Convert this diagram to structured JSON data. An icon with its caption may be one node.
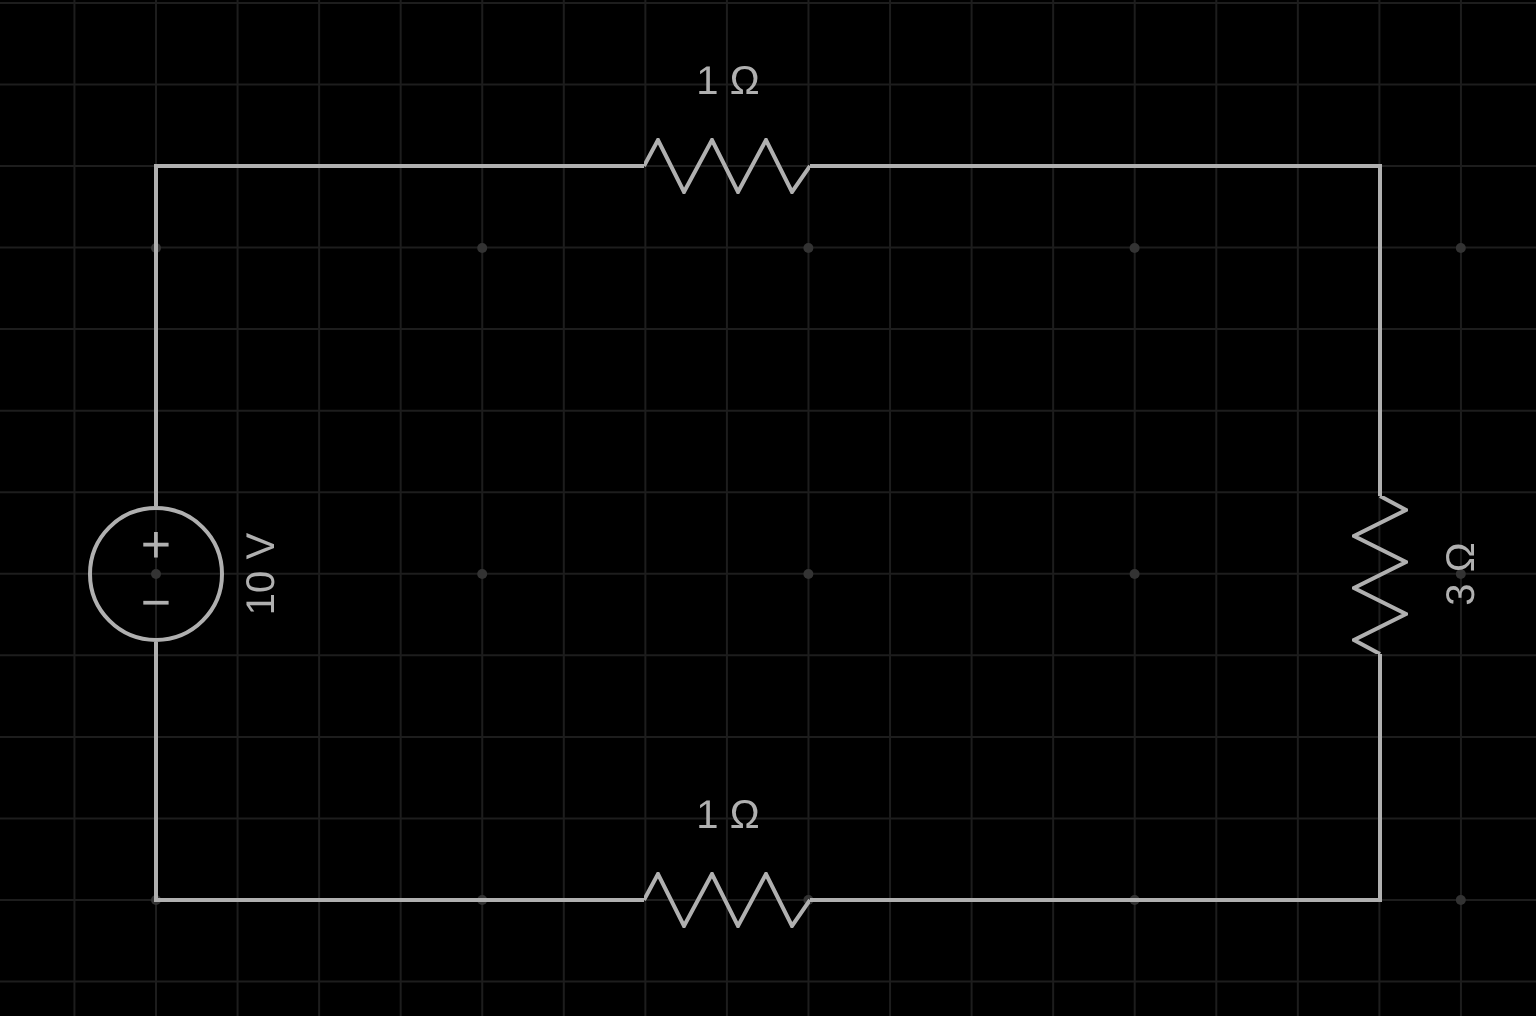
{
  "diagram": {
    "nodes": [
      {
        "text": [],
        "shape": "circle",
        "beside": [
          "10 V"
        ]
      },
      {
        "text": [],
        "shape": "resistor",
        "beside": [
          "1 Ω"
        ]
      },
      {
        "text": [],
        "shape": "resistor",
        "beside": [
          "3 Ω"
        ]
      },
      {
        "text": [],
        "shape": "resistor",
        "beside": [
          "1 Ω"
        ]
      }
    ],
    "edges": [
      {
        "from": 0,
        "to": 1,
        "arrow": "none"
      },
      {
        "from": 1,
        "to": 2,
        "arrow": "none"
      },
      {
        "from": 2,
        "to": 3,
        "arrow": "none"
      },
      {
        "from": 3,
        "to": 0,
        "arrow": "none"
      }
    ],
    "labels": [
      "+",
      "−"
    ]
  }
}
